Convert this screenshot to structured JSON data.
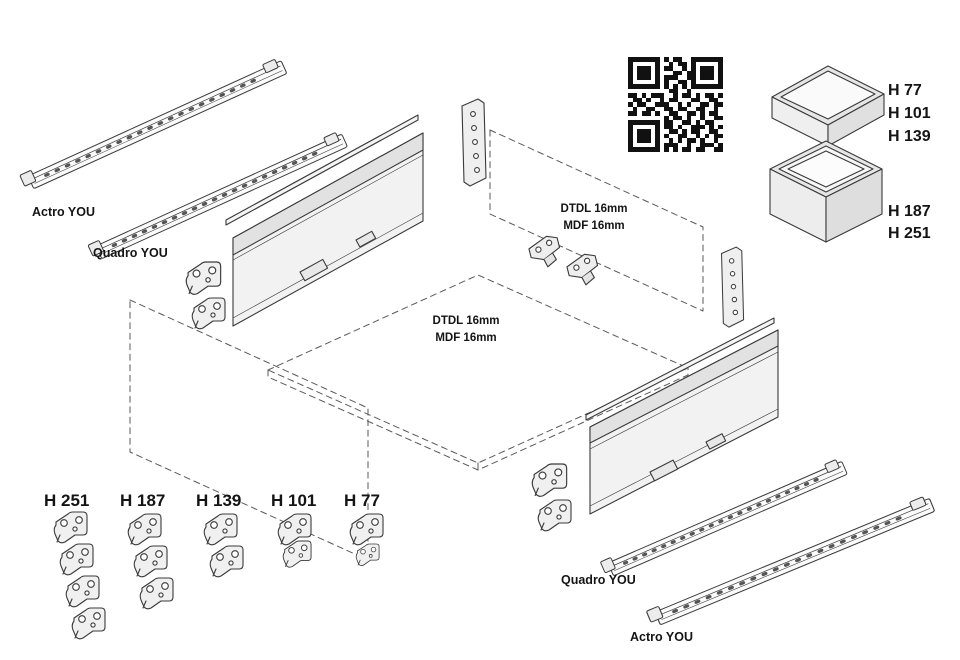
{
  "canvas": {
    "background": "#ffffff",
    "line_color": "#3a3a3a"
  },
  "labels": {
    "actro_top": "Actro YOU",
    "quadro_top": "Quadro YOU",
    "quadro_bottom": "Quadro YOU",
    "actro_bottom": "Actro YOU"
  },
  "back_panel": {
    "material_line1": "DTDL 16mm",
    "material_line2": "MDF 16mm"
  },
  "bottom_panel": {
    "material_line1": "DTDL 16mm",
    "material_line2": "MDF 16mm"
  },
  "drawer_boxes": {
    "shallow_heights": [
      "H 77",
      "H 101",
      "H 139"
    ],
    "deep_heights": [
      "H 187",
      "H 251"
    ]
  },
  "front_connector_heights": [
    "H 251",
    "H 187",
    "H 139",
    "H 101",
    "H 77"
  ],
  "qr": {
    "matrix": [
      "111111101011001111111",
      "100000100101101000001",
      "101110101100101011101",
      "101110100011011011101",
      "101110101110011011101",
      "100000101001101000001",
      "111111101010101111111",
      "000000000110010000000",
      "110101110010110101101",
      "011010010110001100110",
      "101100111001010011011",
      "010011001101100110010",
      "110110100110011010110",
      "000000001011010010011",
      "111111101100110101100",
      "100000101101001110101",
      "101110100110101100110",
      "101110101001100101011",
      "101110100101011010010",
      "100000101110010011101",
      "111111101010110110011"
    ]
  }
}
